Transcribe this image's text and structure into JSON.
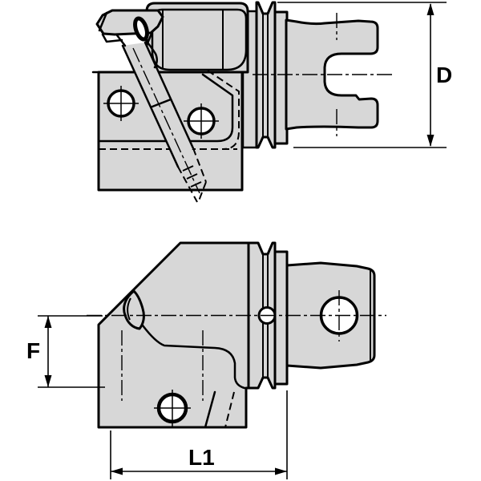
{
  "drawing": {
    "type": "engineering-drawing",
    "subject": "angled tool holder with coupling flange, two orthographic views",
    "colors": {
      "part_fill": "#d7d7d7",
      "line": "#000000",
      "background": "#ffffff"
    },
    "dimensions": {
      "d": {
        "label": "D"
      },
      "f": {
        "label": "F"
      },
      "l1": {
        "label": "L1"
      }
    }
  }
}
